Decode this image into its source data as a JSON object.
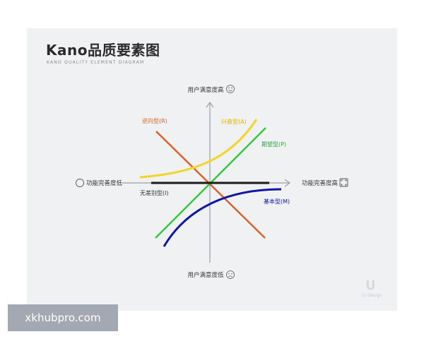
{
  "title": "Kano品质要素图",
  "subtitle": "KANO QUALITY ELEMENT DIAGRAM",
  "axes": {
    "top": "用户满意度高",
    "bottom": "用户满意度低",
    "left": "功能完善度低",
    "right": "功能完善度高"
  },
  "curves": {
    "reverse": {
      "label": "逆向型(R)",
      "color": "#d9622b"
    },
    "attractive": {
      "label": "兴奋型(A)",
      "color": "#f2d52a"
    },
    "performance": {
      "label": "期望型(P)",
      "color": "#33c93c"
    },
    "indifferent": {
      "label": "无差别型(I)",
      "color": "#1a1a1a"
    },
    "basic": {
      "label": "基本型(M)",
      "color": "#10169f"
    }
  },
  "icons": {
    "top": "happy-face-icon",
    "bottom": "sad-face-icon",
    "left": "circle-icon",
    "right": "expand-icon"
  },
  "watermark": {
    "logo": "U",
    "text": "Ui Design"
  },
  "site": "xkhubpro.com"
}
